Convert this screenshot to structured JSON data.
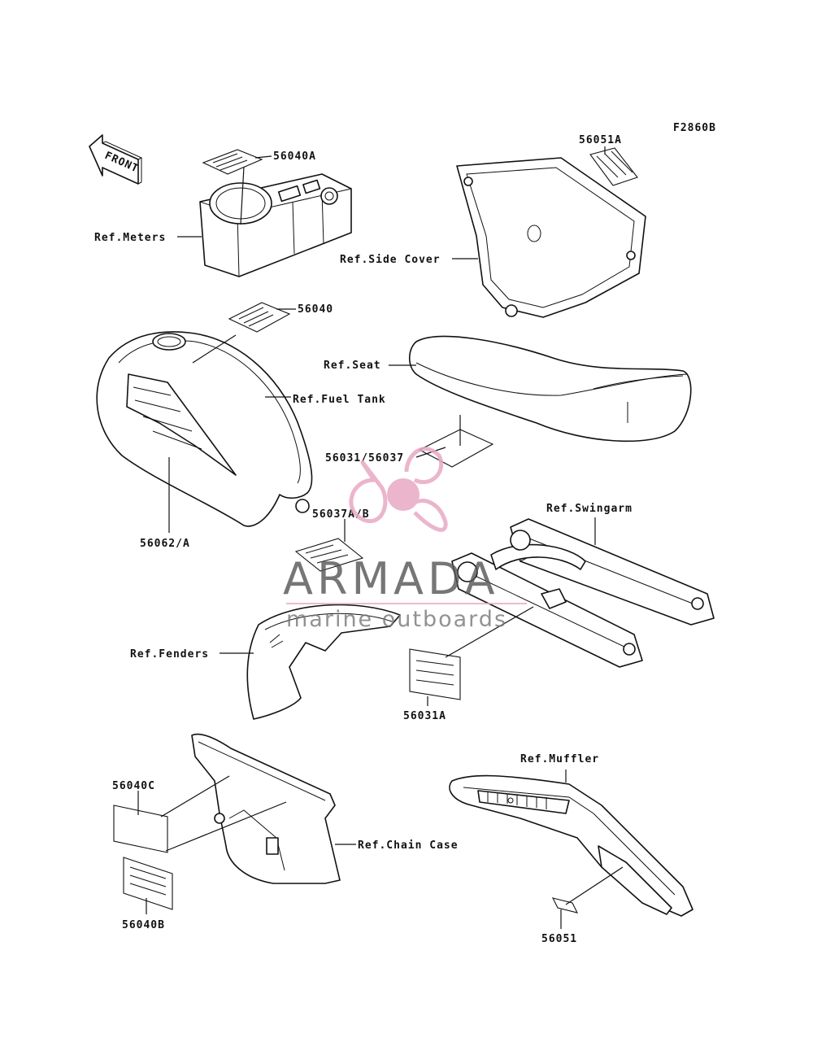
{
  "figure_code": "F2860B",
  "front_arrow_label": "FRONT",
  "callouts": {
    "p56040A": "56040A",
    "ref_meters": "Ref.Meters",
    "p56051A": "56051A",
    "ref_side_cover": "Ref.Side Cover",
    "p56040": "56040",
    "ref_seat": "Ref.Seat",
    "ref_fuel_tank": "Ref.Fuel Tank",
    "p56031_56037": "56031/56037",
    "p56037AB": "56037A/B",
    "p56062A": "56062/A",
    "ref_swingarm": "Ref.Swingarm",
    "ref_fenders": "Ref.Fenders",
    "p56031A": "56031A",
    "ref_muffler": "Ref.Muffler",
    "p56040C": "56040C",
    "ref_chain_case": "Ref.Chain Case",
    "p56040B": "56040B",
    "p56051": "56051"
  },
  "watermark": {
    "brand": "ARMADA",
    "tagline": "marine outboards",
    "accent_color": "#e8a9c4",
    "logo_icon": "propeller-icon"
  }
}
